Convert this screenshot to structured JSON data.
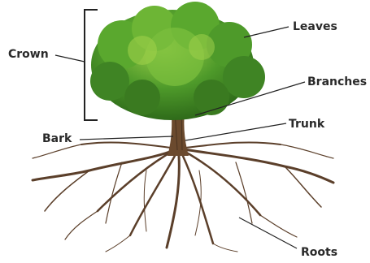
{
  "labels": {
    "crown": "Crown",
    "leaves": "Leaves",
    "branches": "Branches",
    "trunk": "Trunk",
    "bark": "Bark",
    "roots": "Roots"
  },
  "colors": {
    "text": "#2a2a2a",
    "line": "#222222",
    "foliage_dark": "#2f6b1a",
    "foliage_mid": "#4e9a2a",
    "foliage_light": "#8cc63e",
    "wood": "#6b4a2e",
    "root": "#5b3f2a"
  }
}
